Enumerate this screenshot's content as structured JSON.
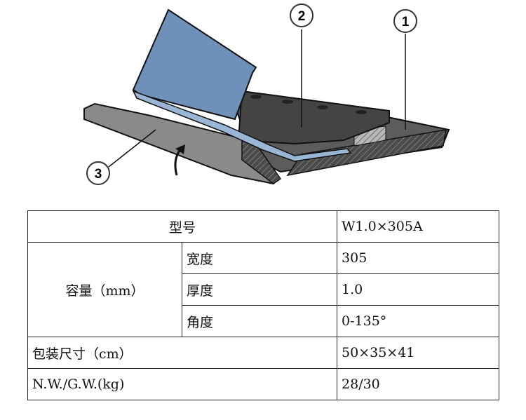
{
  "figure": {
    "callouts": [
      "1",
      "2",
      "3"
    ]
  },
  "spec_table": {
    "model_label": "型号",
    "model_value": "W1.0×305A",
    "capacity_label": "容量（mm）",
    "width_label": "宽度",
    "width_value": "305",
    "thickness_label": "厚度",
    "thickness_value": "1.0",
    "angle_label": "角度",
    "angle_value": "0-135°",
    "package_label": "包装尺寸（cm）",
    "package_value": "50×35×41",
    "weight_label": "N.W./G.W.(kg)",
    "weight_value": "28/30"
  }
}
